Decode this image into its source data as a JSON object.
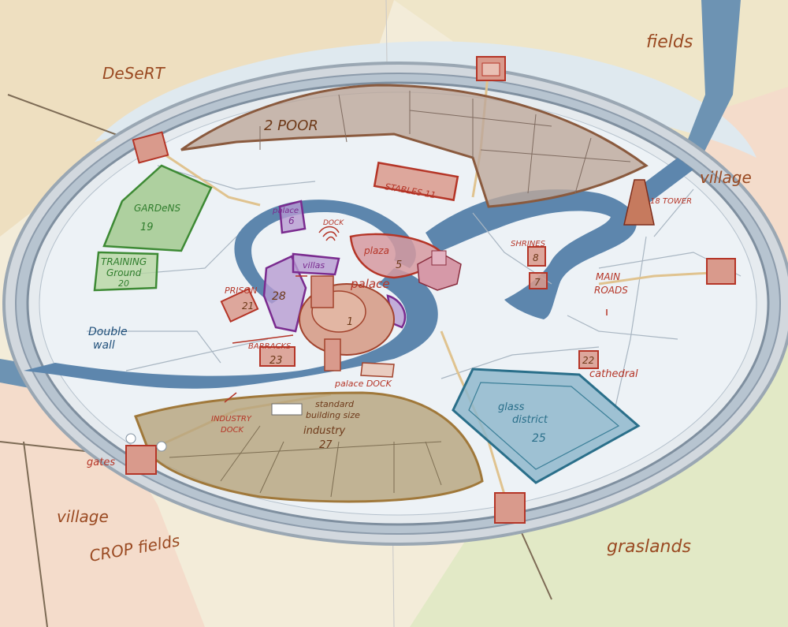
{
  "map": {
    "regions": {
      "desert": "DeSeRT",
      "fields": "fields",
      "village_east": "village",
      "village_west": "village",
      "crop_fields": "CROP fields",
      "grasslands": "graslands"
    },
    "districts": {
      "poor": "2 POOR",
      "gardens": "GARDeNS",
      "gardens_num": "19",
      "training_1": "TRAINING",
      "training_2": "Ground",
      "training_num": "20",
      "double_wall_1": "Double",
      "double_wall_2": "wall",
      "prison": "PRISON",
      "prison_num": "21",
      "barracks": "BARRACKS",
      "barracks_num": "23",
      "palace_6": "palace",
      "palace_6_num": "6",
      "villas": "villas",
      "villas_num": "28",
      "palace": "palace",
      "palace_num": "1",
      "palace_dock": "palace DOCK",
      "dock": "DOCK",
      "stables": "STABLES 11",
      "plaza": "plaza",
      "plaza_num": "5",
      "shrines": "SHRINES",
      "shrines_num_1": "8",
      "shrines_num_2": "7",
      "tower": "18 TOWER",
      "main_roads_1": "MAIN",
      "main_roads_2": "ROADS",
      "cathedral_num": "22",
      "cathedral": "cathedral",
      "glass_1": "glass",
      "glass_2": "district",
      "glass_num": "25",
      "industry_dock_1": "INDUSTRY",
      "industry_dock_2": "DOCK",
      "standard_1": "standard",
      "standard_2": "building size",
      "industry": "industry",
      "industry_num": "27",
      "gates": "gates"
    }
  }
}
